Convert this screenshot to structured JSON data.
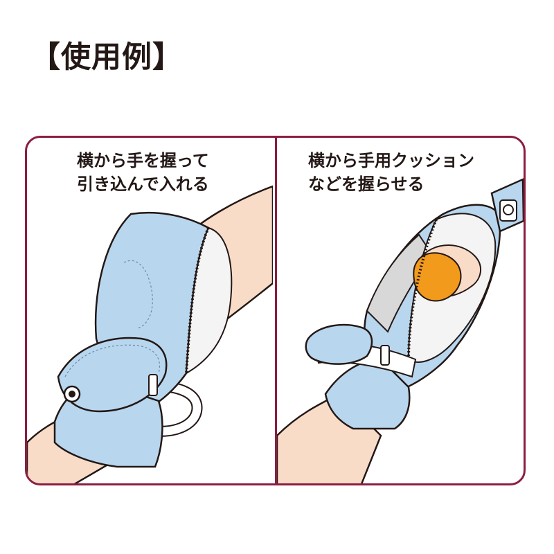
{
  "heading": "【使用例】",
  "panels": [
    {
      "caption_line1": "横から手を握って",
      "caption_line2": "引き込んで入れる"
    },
    {
      "caption_line1": "横から手用クッション",
      "caption_line2": "などを握らせる"
    }
  ],
  "colors": {
    "frame": "#8c1d40",
    "mitten": "#b8d6ee",
    "skin": "#f8dcc8",
    "cushion": "#f29a1c",
    "outline": "#231815"
  }
}
